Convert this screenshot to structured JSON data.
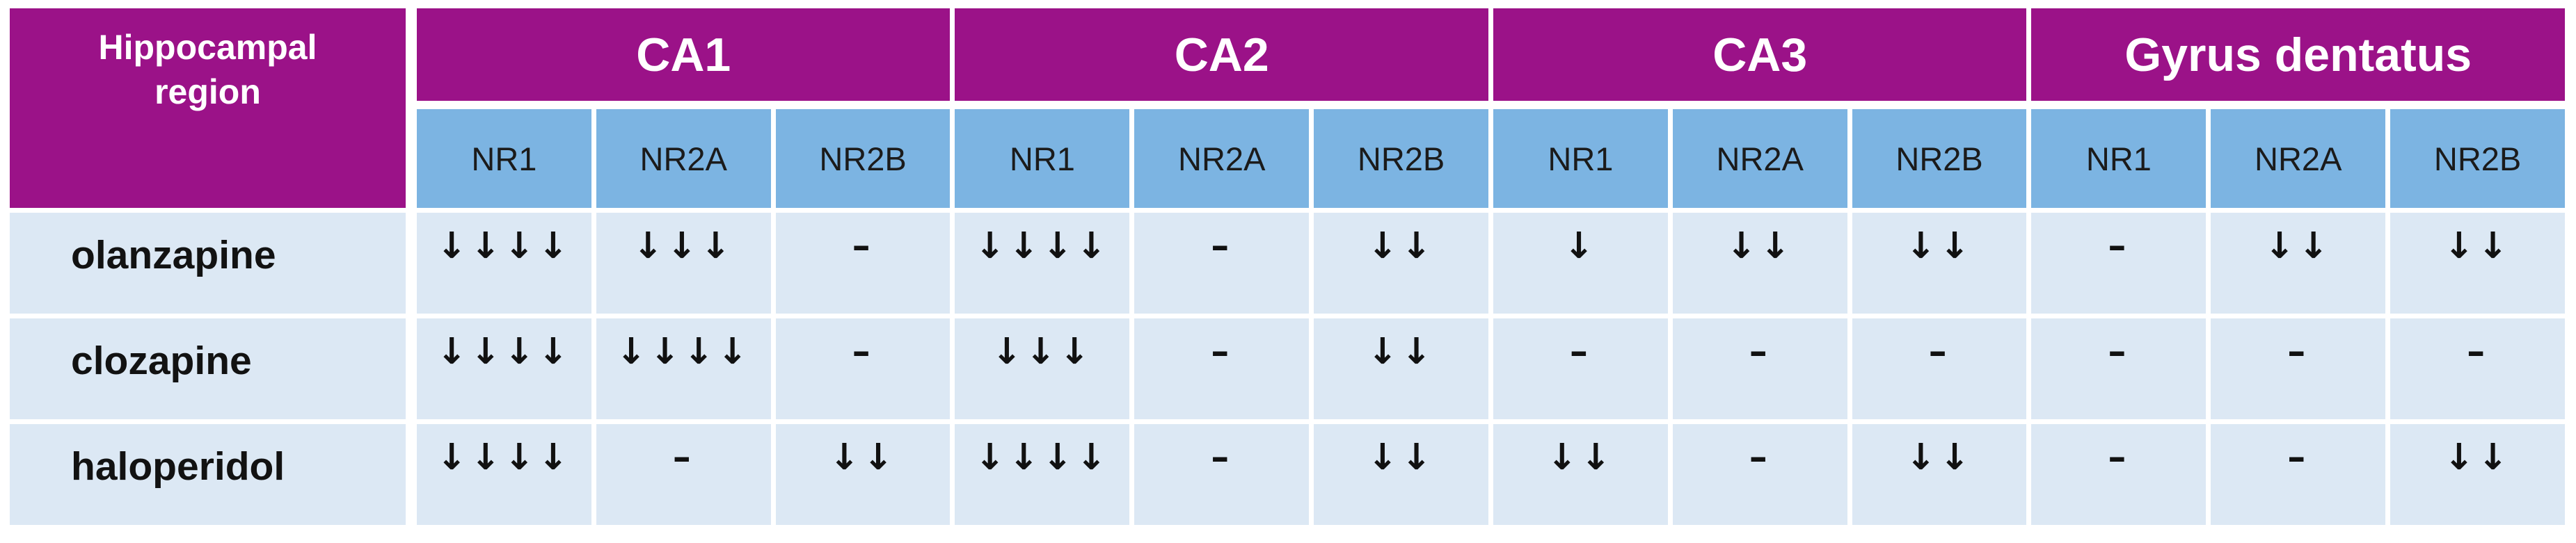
{
  "table": {
    "corner_header": "Hippocampal region",
    "corner_header_line1": "Hippocampal",
    "corner_header_line2": "region",
    "groups": [
      {
        "label": "CA1",
        "subcolumns": [
          "NR1",
          "NR2A",
          "NR2B"
        ]
      },
      {
        "label": "CA2",
        "subcolumns": [
          "NR1",
          "NR2A",
          "NR2B"
        ]
      },
      {
        "label": "CA3",
        "subcolumns": [
          "NR1",
          "NR2A",
          "NR2B"
        ]
      },
      {
        "label": "Gyrus dentatus",
        "subcolumns": [
          "NR1",
          "NR2A",
          "NR2B"
        ]
      }
    ],
    "rows": [
      {
        "drug": "olanzapine",
        "values": [
          "↓↓↓↓",
          "↓↓↓",
          "–",
          "↓↓↓↓",
          "–",
          "↓↓",
          "↓",
          "↓↓",
          "↓↓",
          "–",
          "↓↓",
          "↓↓"
        ]
      },
      {
        "drug": "clozapine",
        "values": [
          "↓↓↓↓",
          "↓↓↓↓",
          "–",
          "↓↓↓",
          "–",
          "↓↓",
          "–",
          "–",
          "–",
          "–",
          "–",
          "–"
        ]
      },
      {
        "drug": "haloperidol",
        "values": [
          "↓↓↓↓",
          "–",
          "↓↓",
          "↓↓↓↓",
          "–",
          "↓↓",
          "↓↓",
          "–",
          "↓↓",
          "–",
          "–",
          "↓↓"
        ]
      }
    ],
    "colors": {
      "header_purple": "#9B1288",
      "subheader_blue": "#7CB4E2",
      "row_light_blue": "#DCE8F4",
      "grid_white": "#FFFFFF",
      "header_text": "#FFFFFF",
      "body_text": "#111111"
    }
  },
  "chart_data": {
    "type": "table",
    "title": "NMDA receptor subunit changes by hippocampal region",
    "row_header": "Hippocampal region",
    "column_groups": [
      "CA1",
      "CA2",
      "CA3",
      "Gyrus dentatus"
    ],
    "subcolumns_per_group": [
      "NR1",
      "NR2A",
      "NR2B"
    ],
    "columns": [
      "CA1 NR1",
      "CA1 NR2A",
      "CA1 NR2B",
      "CA2 NR1",
      "CA2 NR2A",
      "CA2 NR2B",
      "CA3 NR1",
      "CA3 NR2A",
      "CA3 NR2B",
      "Gyrus dentatus NR1",
      "Gyrus dentatus NR2A",
      "Gyrus dentatus NR2B"
    ],
    "rows": [
      {
        "label": "olanzapine",
        "cells": [
          "↓↓↓↓",
          "↓↓↓",
          "–",
          "↓↓↓↓",
          "–",
          "↓↓",
          "↓",
          "↓↓",
          "↓↓",
          "–",
          "↓↓",
          "↓↓"
        ],
        "down_arrow_counts": [
          4,
          3,
          0,
          4,
          0,
          2,
          1,
          2,
          2,
          0,
          2,
          2
        ]
      },
      {
        "label": "clozapine",
        "cells": [
          "↓↓↓↓",
          "↓↓↓↓",
          "–",
          "↓↓↓",
          "–",
          "↓↓",
          "–",
          "–",
          "–",
          "–",
          "–",
          "–"
        ],
        "down_arrow_counts": [
          4,
          4,
          0,
          3,
          0,
          2,
          0,
          0,
          0,
          0,
          0,
          0
        ]
      },
      {
        "label": "haloperidol",
        "cells": [
          "↓↓↓↓",
          "–",
          "↓↓",
          "↓↓↓↓",
          "–",
          "↓↓",
          "↓↓",
          "–",
          "↓↓",
          "–",
          "–",
          "↓↓"
        ],
        "down_arrow_counts": [
          4,
          0,
          2,
          4,
          0,
          2,
          2,
          0,
          2,
          0,
          0,
          2
        ]
      }
    ],
    "legend_position": "none",
    "grid": true
  }
}
